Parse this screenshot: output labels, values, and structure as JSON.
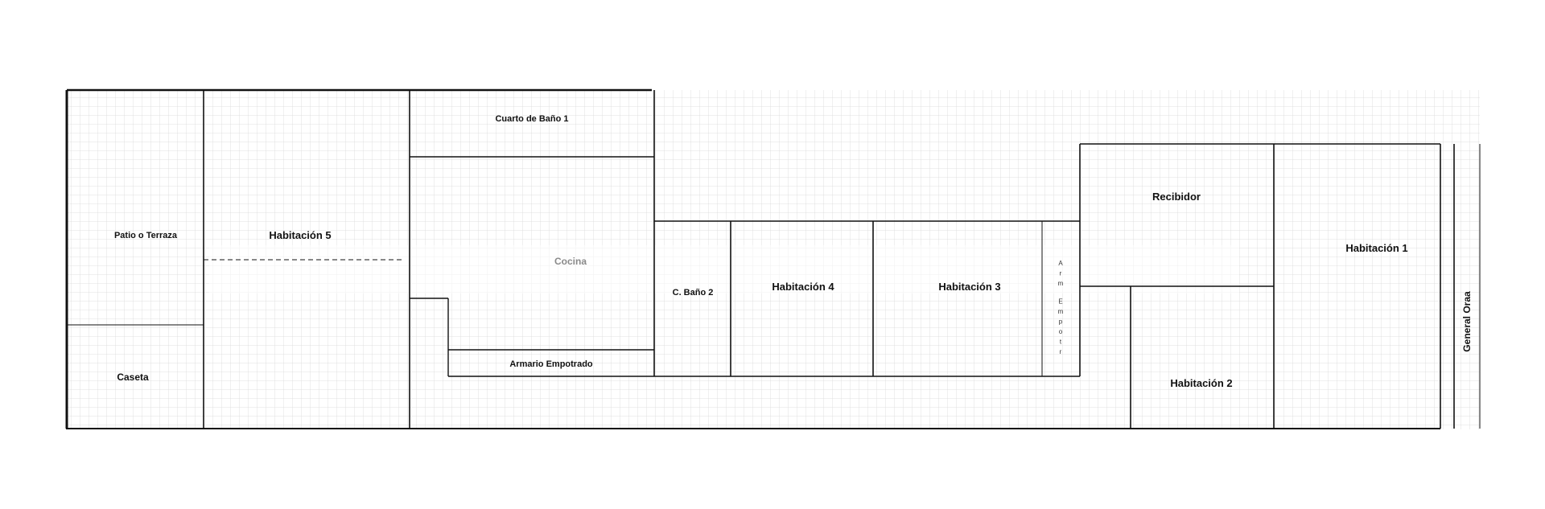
{
  "floor_plan": {
    "rooms": {
      "patio": "Patio o Terraza",
      "caseta": "Caseta",
      "habitacion5": "Habitación 5",
      "bano1": "Cuarto de Baño 1",
      "cocina": "Cocina",
      "armario": "Armario Empotrado",
      "bano2": "C. Baño 2",
      "habitacion4": "Habitación 4",
      "habitacion3": "Habitación 3",
      "recibidor": "Recibidor",
      "habitacion2": "Habitación 2",
      "habitacion1": "Habitación 1"
    },
    "arm_empotr_letters": [
      "A",
      "r",
      "m",
      "E",
      "m",
      "p",
      "o",
      "t",
      "r"
    ],
    "street": "General Oraa",
    "colors": {
      "wall": "#111111",
      "grid": "#d9d9d9",
      "background": "#ffffff"
    }
  }
}
